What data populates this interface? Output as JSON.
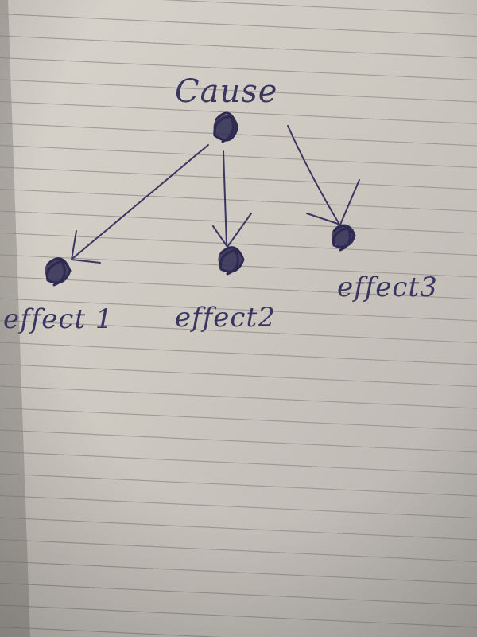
{
  "diagram": {
    "colors": {
      "paper": "#cfcbc4",
      "ruled_line": "#8e8a86",
      "ink": "#3a3660"
    },
    "nodes": {
      "cause": {
        "label": "Cause"
      },
      "effect1": {
        "label": "effect 1"
      },
      "effect2": {
        "label": "effect2"
      },
      "effect3": {
        "label": "effect3"
      }
    },
    "edges": [
      {
        "from": "cause",
        "to": "effect1"
      },
      {
        "from": "cause",
        "to": "effect2"
      },
      {
        "from": "cause",
        "to": "effect3"
      }
    ]
  }
}
